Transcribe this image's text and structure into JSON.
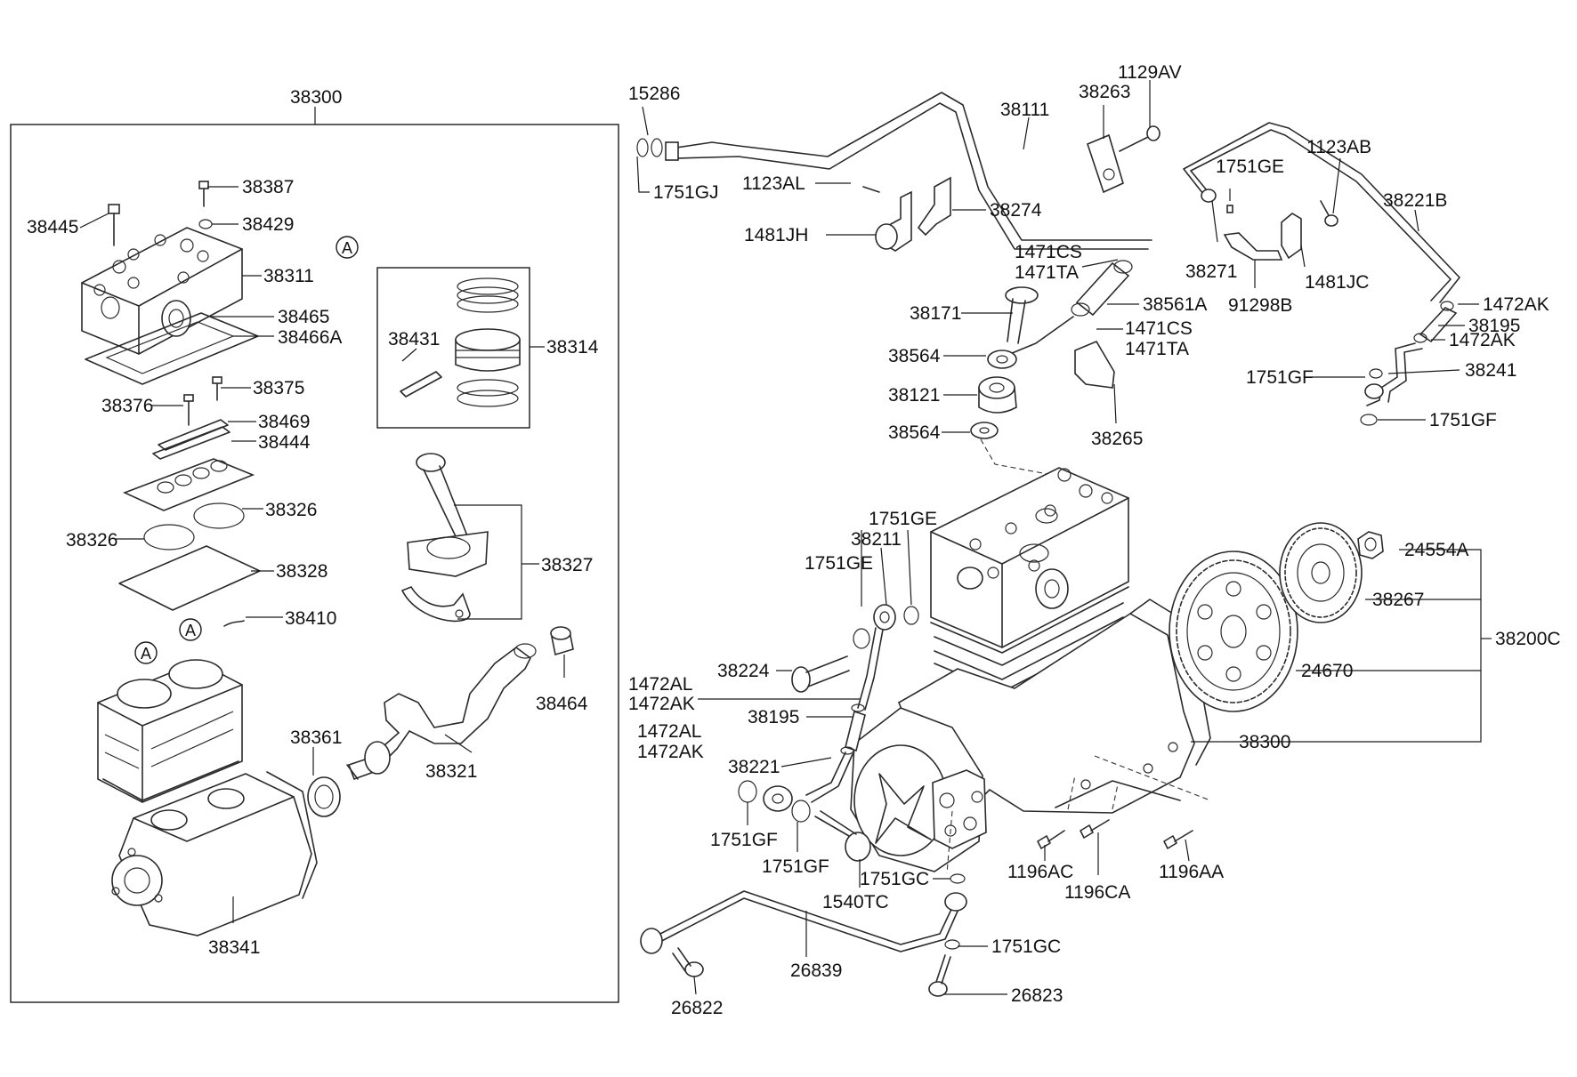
{
  "labels": {
    "l38300_top": "38300",
    "l15286": "15286",
    "l1751GJ": "1751GJ",
    "l1123AL": "1123AL",
    "l1481JH": "1481JH",
    "l38274": "38274",
    "l38111": "38111",
    "l38263": "38263",
    "l1129AV": "1129AV",
    "l1471CS_a": "1471CS",
    "l1471TA_a": "1471TA",
    "l38561A": "38561A",
    "l1471CS_b": "1471CS",
    "l1471TA_b": "1471TA",
    "l38171": "38171",
    "l38564_a": "38564",
    "l38121": "38121",
    "l38564_b": "38564",
    "l38265": "38265",
    "l1751GE_top": "1751GE",
    "l1123AB": "1123AB",
    "l38221B": "38221B",
    "l38271": "38271",
    "l91298B": "91298B",
    "l1481JC": "1481JC",
    "l1472AK_a": "1472AK",
    "l38195_r": "38195",
    "l1472AK_b": "1472AK",
    "l1751GF_r1": "1751GF",
    "l38241": "38241",
    "l1751GF_r2": "1751GF",
    "l38387": "38387",
    "l38445": "38445",
    "l38429": "38429",
    "l38311": "38311",
    "l38465": "38465",
    "l38466A": "38466A",
    "l38375": "38375",
    "l38376": "38376",
    "l38469": "38469",
    "l38444": "38444",
    "l38326_r": "38326",
    "l38326_l": "38326",
    "l38328": "38328",
    "l38410": "38410",
    "l38431": "38431",
    "l38314": "38314",
    "l38327": "38327",
    "l38464": "38464",
    "l38361": "38361",
    "l38321": "38321",
    "l38341": "38341",
    "l1751GE_m": "1751GE",
    "l38211": "38211",
    "l1751GE_m2": "1751GE",
    "l38224": "38224",
    "l1472AL_a": "1472AL",
    "l1472AK_c": "1472AK",
    "l38195_m": "38195",
    "l1472AL_b": "1472AL",
    "l1472AK_d": "1472AK",
    "l38221": "38221",
    "l1751GF_m1": "1751GF",
    "l1751GF_m2": "1751GF",
    "l1751GC_m": "1751GC",
    "l1540TC": "1540TC",
    "l24554A": "24554A",
    "l38267": "38267",
    "l38200C": "38200C",
    "l24670": "24670",
    "l38300_r": "38300",
    "l1196AC": "1196AC",
    "l1196CA": "1196CA",
    "l1196AA": "1196AA",
    "l26839": "26839",
    "l1751GC_b": "1751GC",
    "l26822": "26822",
    "l26823": "26823"
  },
  "markers": {
    "a1": "A",
    "a2": "A",
    "a3": "A"
  }
}
